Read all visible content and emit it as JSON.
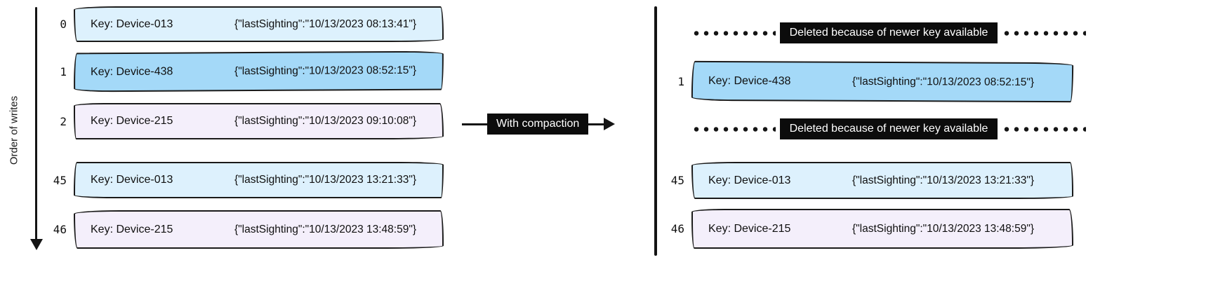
{
  "diagram": {
    "axis_label": "Order of writes",
    "compaction_label": "With compaction"
  },
  "colors": {
    "light_blue": "#ddf1fd",
    "blue": "#a4d9f8",
    "lavender": "#f4effb",
    "ink": "#141414"
  },
  "left_log": {
    "rows": [
      {
        "index": "0",
        "key": "Key: Device-013",
        "value": "{\"lastSighting\":\"10/13/2023 08:13:41\"}",
        "color": "#ddf1fd"
      },
      {
        "index": "1",
        "key": "Key: Device-438",
        "value": "{\"lastSighting\":\"10/13/2023 08:52:15\"}",
        "color": "#a4d9f8"
      },
      {
        "index": "2",
        "key": "Key: Device-215",
        "value": "{\"lastSighting\":\"10/13/2023 09:10:08\"}",
        "color": "#f4effb"
      },
      {
        "index": "45",
        "key": "Key: Device-013",
        "value": "{\"lastSighting\":\"10/13/2023 13:21:33\"}",
        "color": "#ddf1fd"
      },
      {
        "index": "46",
        "key": "Key: Device-215",
        "value": "{\"lastSighting\":\"10/13/2023 13:48:59\"}",
        "color": "#f4effb"
      }
    ]
  },
  "right_log": {
    "deleted_label": "Deleted because of newer key available",
    "rows": [
      {
        "type": "deleted",
        "label": "Deleted because of newer key available"
      },
      {
        "type": "record",
        "index": "1",
        "key": "Key: Device-438",
        "value": "{\"lastSighting\":\"10/13/2023 08:52:15\"}",
        "color": "#a4d9f8"
      },
      {
        "type": "deleted",
        "label": "Deleted because of newer key available"
      },
      {
        "type": "record",
        "index": "45",
        "key": "Key: Device-013",
        "value": "{\"lastSighting\":\"10/13/2023 13:21:33\"}",
        "color": "#ddf1fd"
      },
      {
        "type": "record",
        "index": "46",
        "key": "Key: Device-215",
        "value": "{\"lastSighting\":\"10/13/2023 13:48:59\"}",
        "color": "#f4effb"
      }
    ]
  }
}
